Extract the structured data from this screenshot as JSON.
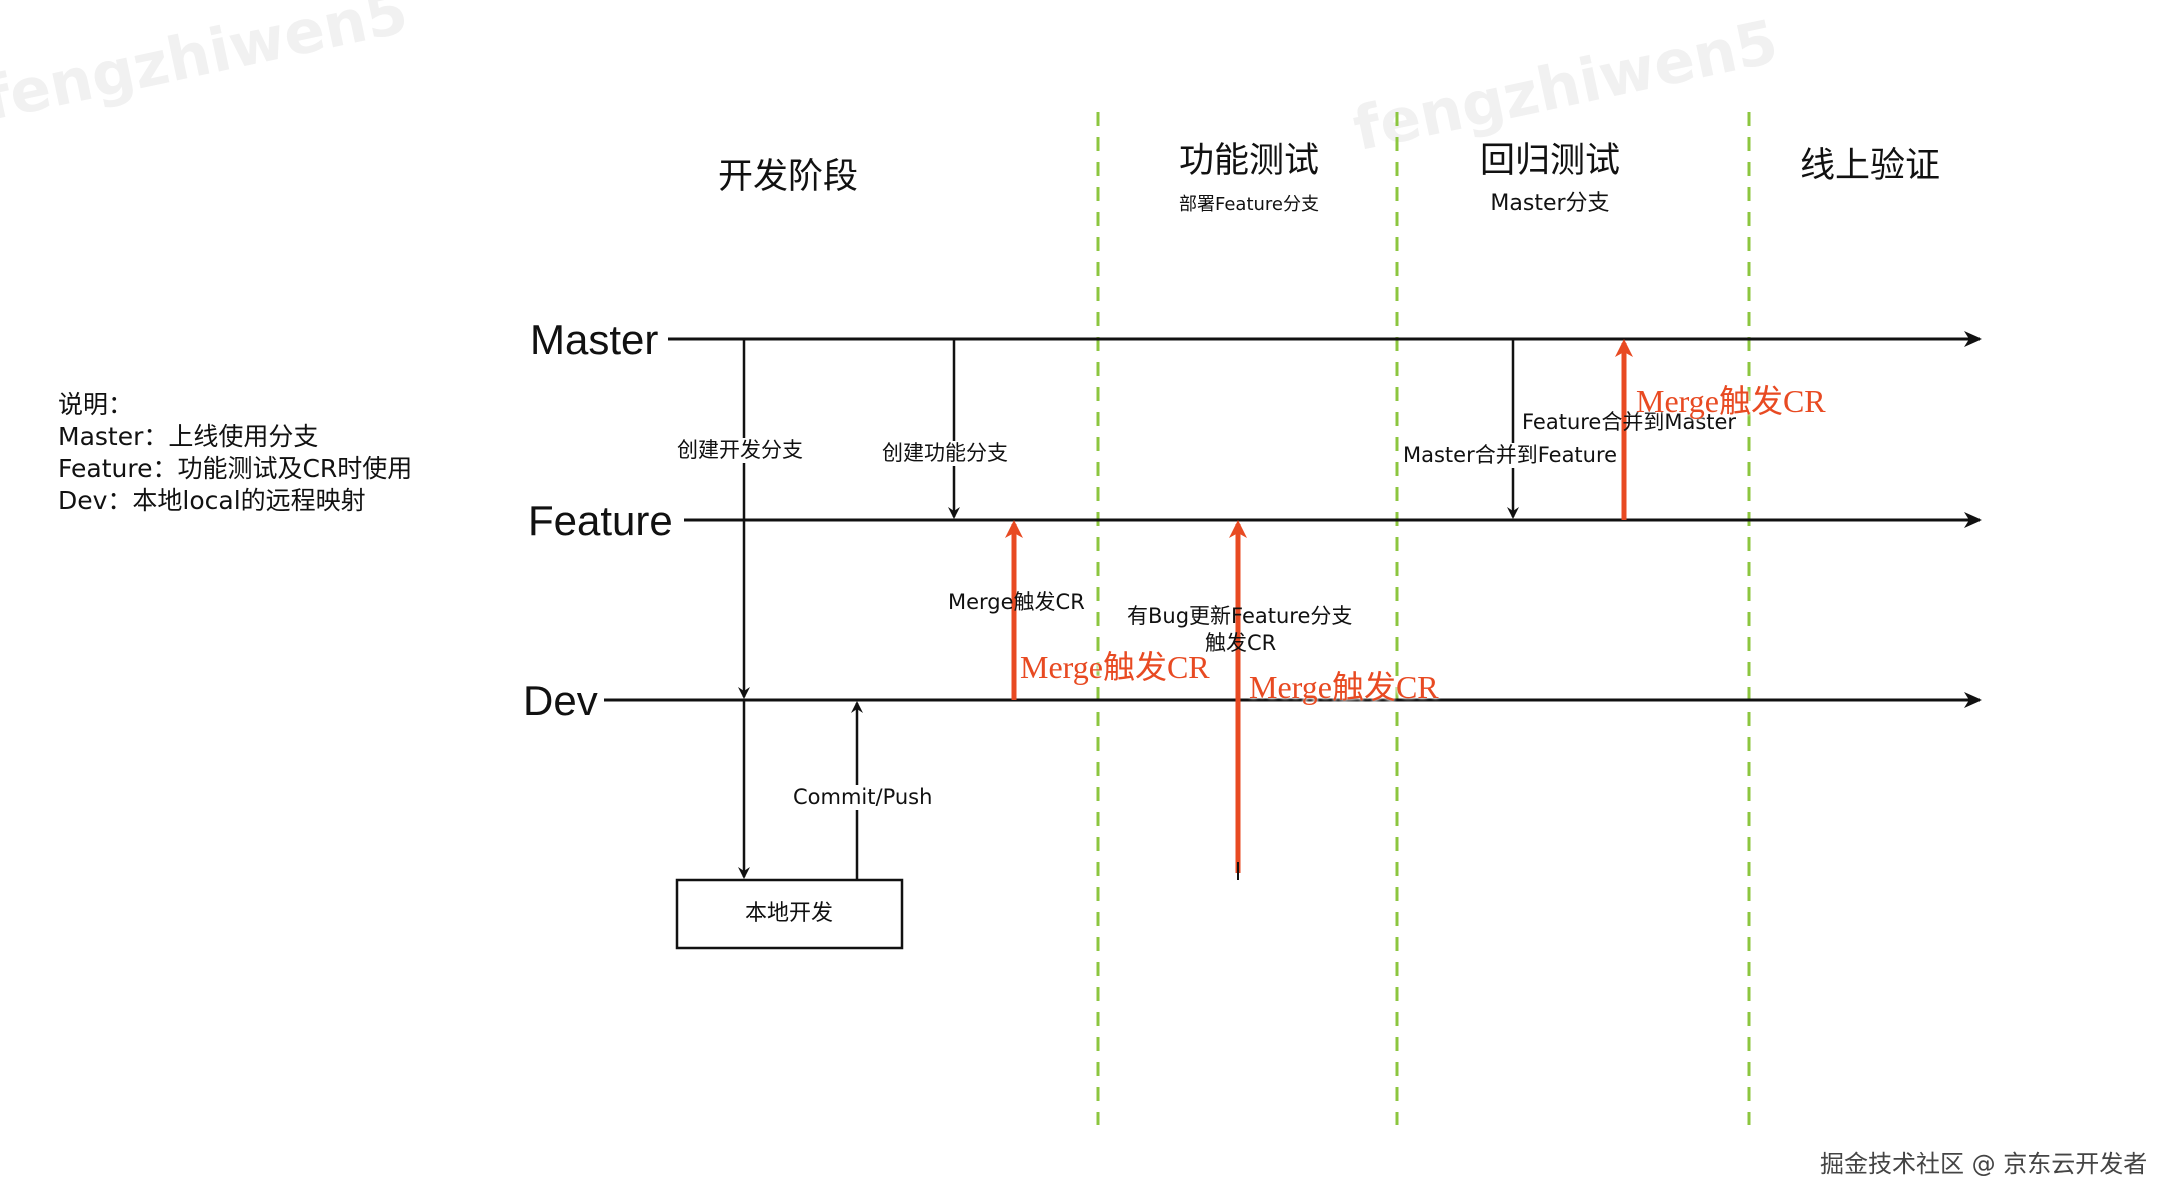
{
  "phases": [
    {
      "label": "开发阶段",
      "sub": ""
    },
    {
      "label": "功能测试",
      "sub": "部署Feature分支"
    },
    {
      "label": "回归测试",
      "sub": "Master分支"
    },
    {
      "label": "线上验证",
      "sub": ""
    }
  ],
  "branches": {
    "master": "Master",
    "feature": "Feature",
    "dev": "Dev"
  },
  "notes": {
    "title": "说明：",
    "master": "Master：上线使用分支",
    "feature": "Feature：功能测试及CR时使用",
    "dev": "Dev：本地local的远程映射"
  },
  "edges": {
    "create_dev": "创建开发分支",
    "create_feature": "创建功能分支",
    "merge_cr_small": "Merge触发CR",
    "bug_update_1": "有Bug更新Feature分支",
    "bug_update_2": "触发CR",
    "commit_push": "Commit/Push",
    "feature_to_master": "Feature合并到Master",
    "master_to_feature": "Master合并到Feature"
  },
  "cr_labels": {
    "dev_to_feature": "Merge触发CR",
    "bugfix": "Merge触发CR",
    "feature_to_master": "Merge触发CR"
  },
  "local_box": "本地开发",
  "watermark": "fengzhiwen5",
  "footer": "掘金技术社区 @ 京东云开发者",
  "colors": {
    "line": "#111111",
    "phase_divider": "#8cc63f",
    "cr_arrow": "#e84a22"
  }
}
